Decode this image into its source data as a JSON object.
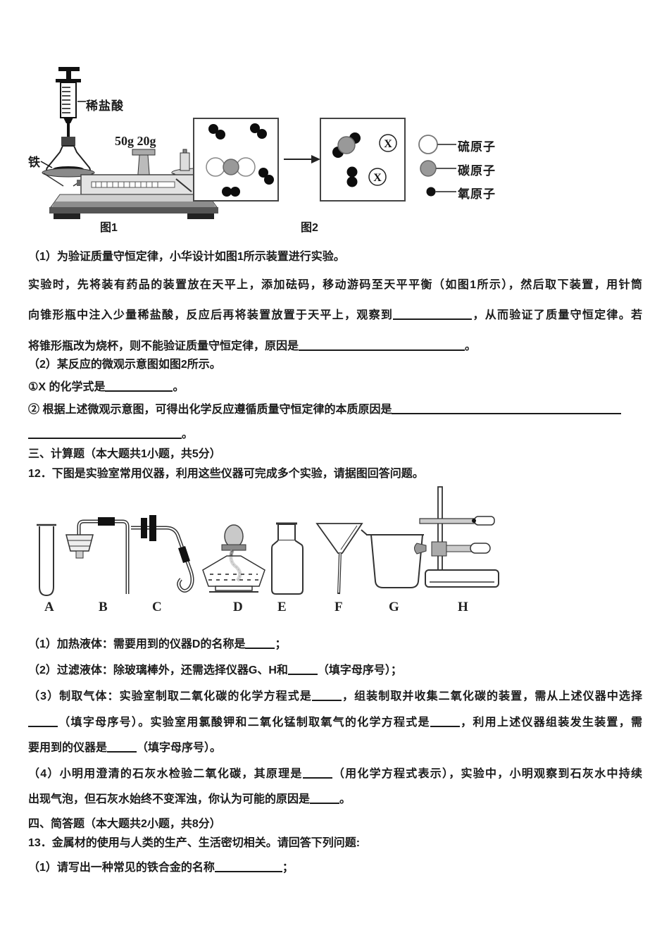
{
  "figure1": {
    "caption": "图1",
    "label_acid": "稀盐酸",
    "label_iron": "铁",
    "label_weights": "50g 20g"
  },
  "figure2": {
    "caption": "图2",
    "x_symbol": "X",
    "legend": [
      {
        "name": "sulfur-atom",
        "label": "硫原子",
        "color": "#ffffff"
      },
      {
        "name": "carbon-atom",
        "label": "碳原子",
        "color": "#999999"
      },
      {
        "name": "oxygen-atom",
        "label": "氧原子",
        "color": "#111111"
      }
    ]
  },
  "q11": {
    "part1_intro": "（1）为验证质量守恒定律，小华设计如图1所示装置进行实验。",
    "part1_line1": "实验时，先将装有药品的装置放在天平上，添加砝码，移动游码至天平平衡（如图1所示），然后取下装置，用针筒",
    "part1_line2_pre": "向锥形瓶中注入少量稀盐酸，反应后再将装置放置于天平上，观察到",
    "part1_line2_post": "，从而验证了质量守恒定律。若",
    "part1_line3_pre": "将锥形瓶改为烧杯，则不能验证质量守恒定律，原因是",
    "part1_line3_post": "。",
    "part2_intro": "（2）某反应的微观示意图如图2所示。",
    "part2_sub1_pre": "①X 的化学式是",
    "part2_sub1_post": "。",
    "part2_sub2_pre": "② 根据上述微观示意图，可得出化学反应遵循质量守恒定律的本质原因是",
    "part2_sub2_post": "。"
  },
  "section3": {
    "heading": "三、计算题（本大题共1小题，共5分）",
    "q12_intro": "12．下图是实验室常用仪器，利用这些仪器可完成多个实验，请据图回答问题。",
    "equipment_letters": [
      "A",
      "B",
      "C",
      "D",
      "E",
      "F",
      "G",
      "H"
    ],
    "q12_1_pre": "（1）加热液体：需要用到的仪器D的名称是",
    "q12_1_post": "；",
    "q12_2_pre": "（2）过滤液体：除玻璃棒外，还需选择仪器G、H和",
    "q12_2_post": "（填字母序号）；",
    "q12_3_l1_pre": "（3）制取气体：实验室制取二氧化碳的化学方程式是",
    "q12_3_l1_post": "，组装制取并收集二氧化碳的装置，需从上述仪器中选择",
    "q12_3_l2_mid": "（填字母序号）。实验室用氯酸钾和二氧化锰制取氧气的化学方程式是",
    "q12_3_l2_post": "，利用上述仪器组装发生装置，需",
    "q12_3_l3_pre": "要用到的仪器是",
    "q12_3_l3_post": "（填字母序号）。",
    "q12_4_l1_pre": "（4）小明用澄清的石灰水检验二氧化碳，其原理是",
    "q12_4_l1_post": "（用化学方程式表示），实验中，小明观察到石灰水中持续",
    "q12_4_l2_pre": "出现气泡，但石灰水始终不变浑浊，你认为可能的原因是",
    "q12_4_l2_post": "。"
  },
  "section4": {
    "heading": "四、简答题（本大题共2小题，共8分）",
    "q13_intro": "13．金属材的使用与人类的生产、生活密切相关。请回答下列问题:",
    "q13_1_pre": "（1）请写出一种常见的铁合金的名称",
    "q13_1_post": "；"
  }
}
